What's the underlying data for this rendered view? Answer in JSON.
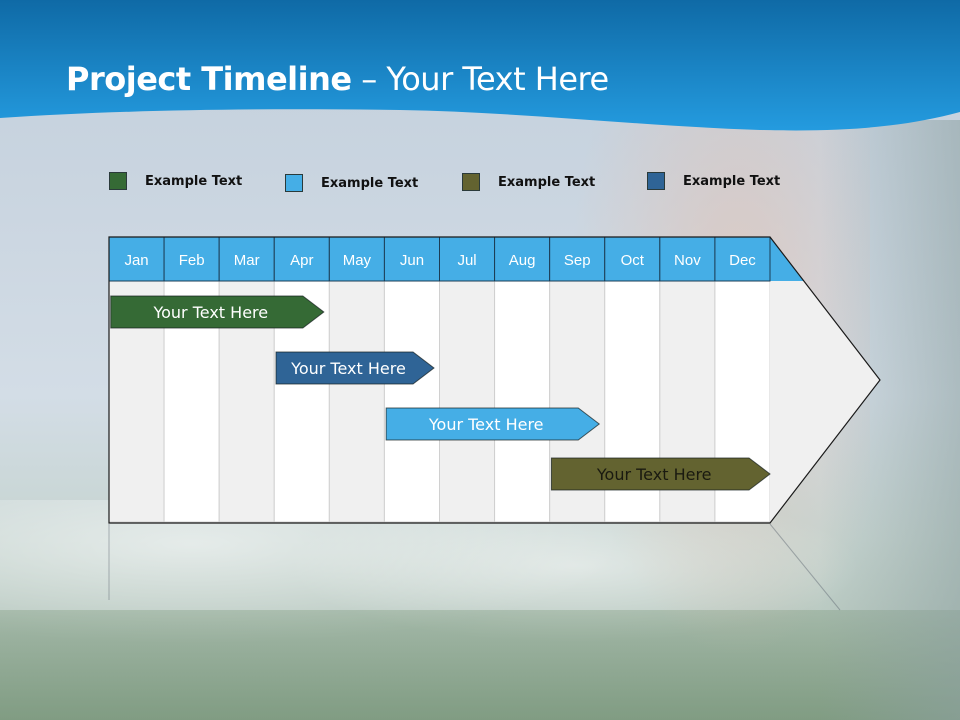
{
  "slide": {
    "title_bold": "Project Timeline",
    "title_rest": " – Your Text Here",
    "colors": {
      "header_top": "#0f6aa6",
      "header_bottom": "#2499dc",
      "month_header": "#45aee6",
      "column_light": "#f0f0f0",
      "column_white": "#ffffff"
    }
  },
  "legend": [
    {
      "label": "Example Text",
      "color": "#356a35"
    },
    {
      "label": "Example Text",
      "color": "#45aee6"
    },
    {
      "label": "Example Text",
      "color": "#636330"
    },
    {
      "label": "Example Text",
      "color": "#2f6496"
    }
  ],
  "timeline": {
    "months": [
      "Jan",
      "Feb",
      "Mar",
      "Apr",
      "May",
      "Jun",
      "Jul",
      "Aug",
      "Sep",
      "Oct",
      "Nov",
      "Dec"
    ],
    "tasks": [
      {
        "label": "Your  Text Here",
        "start_month": 0.05,
        "end_month": 3.9,
        "color": "#356a35",
        "text_color": "#ffffff"
      },
      {
        "label": "Your  Text Here",
        "start_month": 3.05,
        "end_month": 5.9,
        "color": "#2f6496",
        "text_color": "#ffffff"
      },
      {
        "label": "Your  Text Here",
        "start_month": 5.05,
        "end_month": 8.9,
        "color": "#45aee6",
        "text_color": "#ffffff"
      },
      {
        "label": "Your  Text Here",
        "start_month": 8.05,
        "end_month": 12.0,
        "color": "#636330",
        "text_color": "#1a1a10"
      }
    ]
  }
}
